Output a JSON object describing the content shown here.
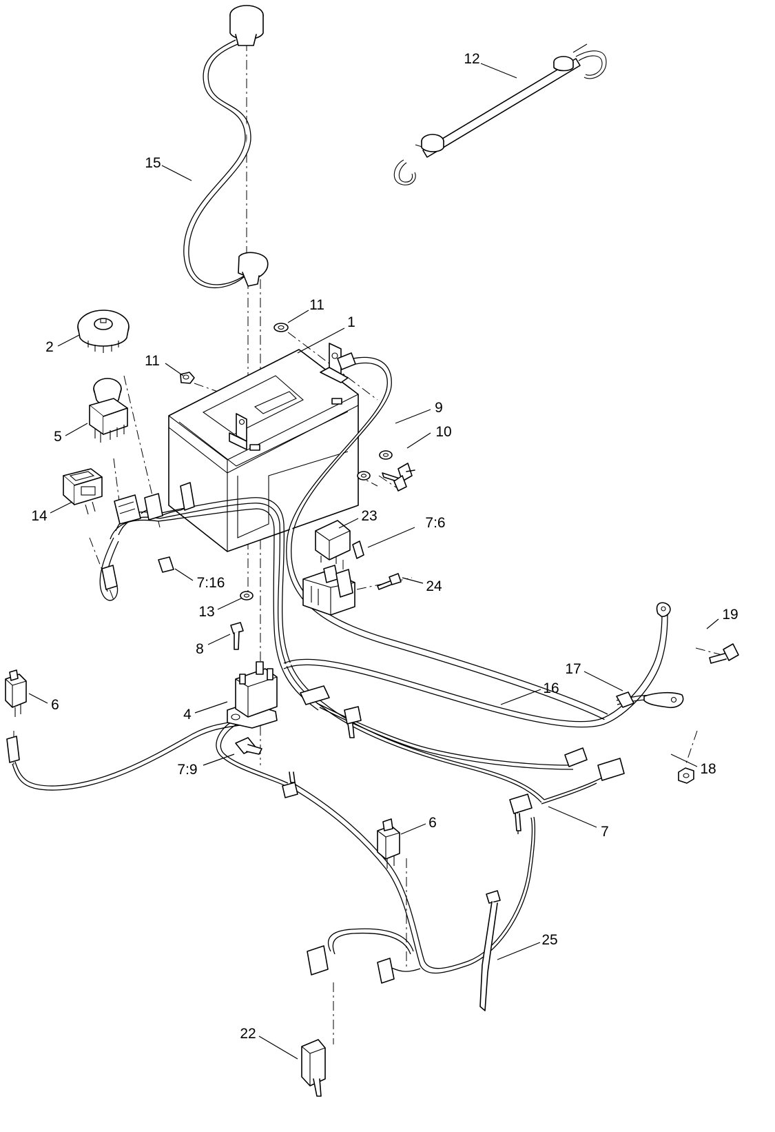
{
  "diagram": {
    "callouts": [
      {
        "id": "c-1",
        "text": "1"
      },
      {
        "id": "c-2",
        "text": "2"
      },
      {
        "id": "c-4",
        "text": "4"
      },
      {
        "id": "c-5",
        "text": "5"
      },
      {
        "id": "c-6a",
        "text": "6"
      },
      {
        "id": "c-6b",
        "text": "6"
      },
      {
        "id": "c-7",
        "text": "7"
      },
      {
        "id": "c-7-6",
        "text": "7:6"
      },
      {
        "id": "c-7-9",
        "text": "7:9"
      },
      {
        "id": "c-7-16",
        "text": "7:16"
      },
      {
        "id": "c-8",
        "text": "8"
      },
      {
        "id": "c-9",
        "text": "9"
      },
      {
        "id": "c-10",
        "text": "10"
      },
      {
        "id": "c-11a",
        "text": "11"
      },
      {
        "id": "c-11b",
        "text": "11"
      },
      {
        "id": "c-12",
        "text": "12"
      },
      {
        "id": "c-13",
        "text": "13"
      },
      {
        "id": "c-14",
        "text": "14"
      },
      {
        "id": "c-15",
        "text": "15"
      },
      {
        "id": "c-16",
        "text": "16"
      },
      {
        "id": "c-17",
        "text": "17"
      },
      {
        "id": "c-18",
        "text": "18"
      },
      {
        "id": "c-19",
        "text": "19"
      },
      {
        "id": "c-22",
        "text": "22"
      },
      {
        "id": "c-23",
        "text": "23"
      },
      {
        "id": "c-24",
        "text": "24"
      },
      {
        "id": "c-25",
        "text": "25"
      }
    ]
  }
}
